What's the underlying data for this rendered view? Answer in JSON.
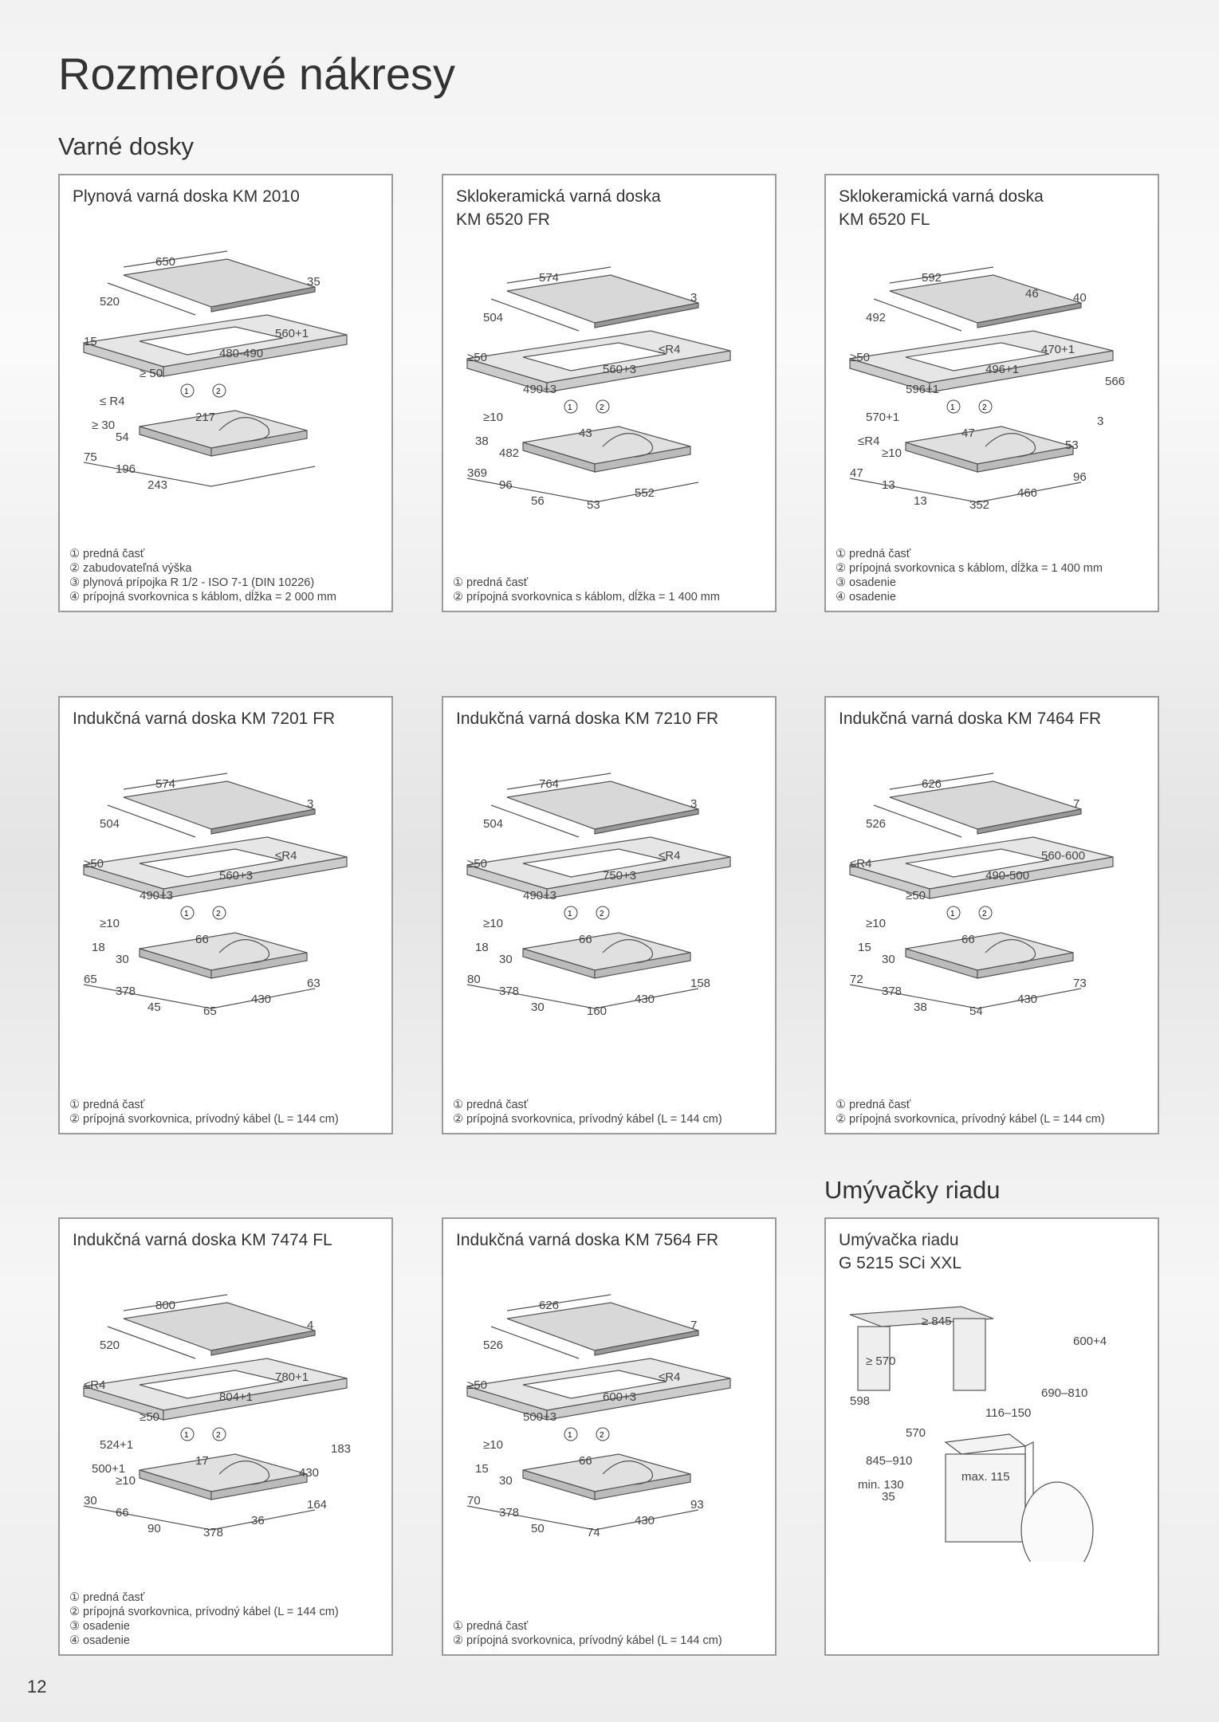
{
  "title": "Rozmerové nákresy",
  "sections": {
    "hobs": "Varné dosky",
    "dishwashers": "Umývačky riadu"
  },
  "page_number": "12",
  "panels": [
    {
      "title": "Plynová varná doska KM 2010",
      "legend": [
        "① predná časť",
        "② zabudovateľná výška",
        "③ plynová prípojka R 1/2 - ISO 7-1 (DIN 10226)",
        "④ prípojná svorkovnica s káblom, dĺžka = 2 000 mm"
      ],
      "dims": [
        "650",
        "520",
        "35",
        "15",
        "≥ 50",
        "480-490",
        "560+1",
        "≤ R4",
        "≥ 30",
        "54",
        "217",
        "75",
        "196",
        "243"
      ]
    },
    {
      "title": "Sklokeramická varná doska\nKM 6520 FR",
      "legend": [
        "① predná časť",
        "② prípojná svorkovnica s káblom, dĺžka = 1 400 mm"
      ],
      "dims": [
        "574",
        "504",
        "3",
        "≥50",
        "490+3",
        "560+3",
        "≤R4",
        "≥10",
        "38",
        "482",
        "43",
        "369",
        "96",
        "56",
        "53",
        "552"
      ]
    },
    {
      "title": "Sklokeramická varná doska\nKM 6520 FL",
      "legend": [
        "① predná časť",
        "② prípojná svorkovnica s káblom, dĺžka = 1 400 mm",
        "③ osadenie",
        "④ osadenie"
      ],
      "dims": [
        "592",
        "492",
        "40",
        "≥50",
        "596+1",
        "496+1",
        "470+1",
        "570+1",
        "≤R4",
        "≥10",
        "47",
        "47",
        "13",
        "13",
        "352",
        "466",
        "96",
        "53",
        "3",
        "566",
        "46"
      ]
    },
    {
      "title": "Indukčná varná doska KM 7201 FR",
      "legend": [
        "① predná časť",
        "② prípojná svorkovnica, prívodný kábel (L = 144 cm)"
      ],
      "dims": [
        "574",
        "504",
        "3",
        "≥50",
        "490+3",
        "560+3",
        "≤R4",
        "≥10",
        "18",
        "30",
        "66",
        "65",
        "378",
        "45",
        "65",
        "430",
        "63"
      ]
    },
    {
      "title": "Indukčná varná doska KM 7210 FR",
      "legend": [
        "① predná časť",
        "② prípojná svorkovnica, prívodný kábel (L = 144 cm)"
      ],
      "dims": [
        "764",
        "504",
        "3",
        "≥50",
        "490+3",
        "750+3",
        "≤R4",
        "≥10",
        "18",
        "30",
        "66",
        "80",
        "378",
        "30",
        "160",
        "430",
        "158"
      ]
    },
    {
      "title": "Indukčná varná doska KM 7464 FR",
      "legend": [
        "① predná časť",
        "② prípojná svorkovnica, prívodný kábel (L = 144 cm)"
      ],
      "dims": [
        "626",
        "526",
        "7",
        "≤R4",
        "≥50",
        "490-500",
        "560-600",
        "≥10",
        "15",
        "30",
        "66",
        "72",
        "378",
        "38",
        "54",
        "430",
        "73"
      ]
    },
    {
      "title": "Indukčná varná doska KM 7474 FL",
      "legend": [
        "① predná časť",
        "② prípojná svorkovnica, prívodný kábel (L = 144 cm)",
        "③ osadenie",
        "④ osadenie"
      ],
      "dims": [
        "800",
        "520",
        "4",
        "≤R4",
        "≥50",
        "804+1",
        "780+1",
        "524+1",
        "500+1",
        "≥10",
        "17",
        "30",
        "66",
        "90",
        "378",
        "36",
        "164",
        "430",
        "183"
      ]
    },
    {
      "title": "Indukčná varná doska KM 7564 FR",
      "legend": [
        "① predná časť",
        "② prípojná svorkovnica, prívodný kábel (L = 144 cm)"
      ],
      "dims": [
        "626",
        "526",
        "7",
        "≥50",
        "500+3",
        "600+3",
        "≤R4",
        "≥10",
        "15",
        "30",
        "66",
        "70",
        "378",
        "50",
        "74",
        "430",
        "93"
      ]
    },
    {
      "title": "Umývačka riadu\nG 5215 SCi XXL",
      "legend": [],
      "dims": [
        "≥ 845",
        "≥ 570",
        "600+4",
        "598",
        "570",
        "116–150",
        "690–810",
        "845–910",
        "min. 130",
        "35",
        "max. 115"
      ]
    }
  ]
}
